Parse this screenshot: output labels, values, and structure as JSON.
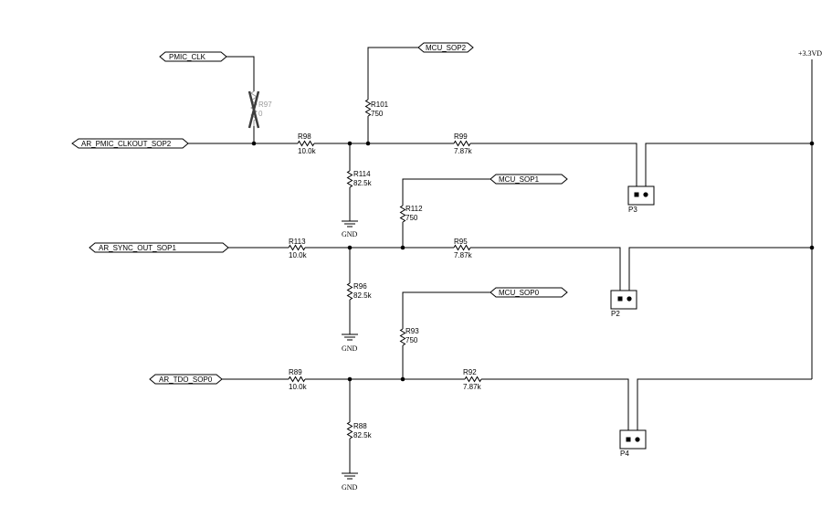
{
  "ports": {
    "pmic_clk": "PMIC_CLK",
    "mcu_sop2": "MCU_SOP2",
    "ar_pmic_clkout_sop2": "AR_PMIC_CLKOUT_SOP2",
    "mcu_sop1": "MCU_SOP1",
    "ar_sync_out_sop1": "AR_SYNC_OUT_SOP1",
    "mcu_sop0": "MCU_SOP0",
    "ar_tdo_sop0": "AR_TDO_SOP0"
  },
  "power": {
    "vcc": "+3.3VD"
  },
  "resistors": {
    "R97": {
      "ref": "R97",
      "value": "0"
    },
    "R101": {
      "ref": "R101",
      "value": "750"
    },
    "R98": {
      "ref": "R98",
      "value": "10.0k"
    },
    "R99": {
      "ref": "R99",
      "value": "7.87k"
    },
    "R114": {
      "ref": "R114",
      "value": "82.5k"
    },
    "R112": {
      "ref": "R112",
      "value": "750"
    },
    "R113": {
      "ref": "R113",
      "value": "10.0k"
    },
    "R95": {
      "ref": "R95",
      "value": "7.87k"
    },
    "R96": {
      "ref": "R96",
      "value": "82.5k"
    },
    "R93": {
      "ref": "R93",
      "value": "750"
    },
    "R89": {
      "ref": "R89",
      "value": "10.0k"
    },
    "R92": {
      "ref": "R92",
      "value": "7.87k"
    },
    "R88": {
      "ref": "R88",
      "value": "82.5k"
    }
  },
  "headers": {
    "P3": "P3",
    "P2": "P2",
    "P4": "P4"
  },
  "ground_label": "GND"
}
